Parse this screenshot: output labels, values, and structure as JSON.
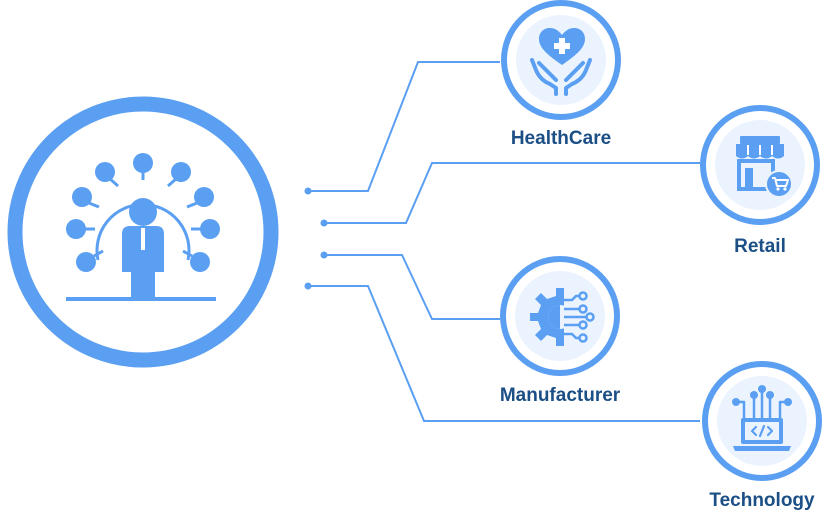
{
  "colors": {
    "ring": "#5b9ff2",
    "line": "#5b9ff2",
    "icon": "#5b9ff2",
    "icon_fill": "#ffffff",
    "node_inner": "#eaf3fe",
    "label_text": "#1b4f86"
  },
  "hub": {
    "icon": "person-network-icon"
  },
  "industries": [
    {
      "label": "HealthCare",
      "icon": "heart-hands-icon"
    },
    {
      "label": "Retail",
      "icon": "storefront-cart-icon"
    },
    {
      "label": "Manufacturer",
      "icon": "gear-circuit-icon"
    },
    {
      "label": "Technology",
      "icon": "laptop-code-icon"
    }
  ]
}
